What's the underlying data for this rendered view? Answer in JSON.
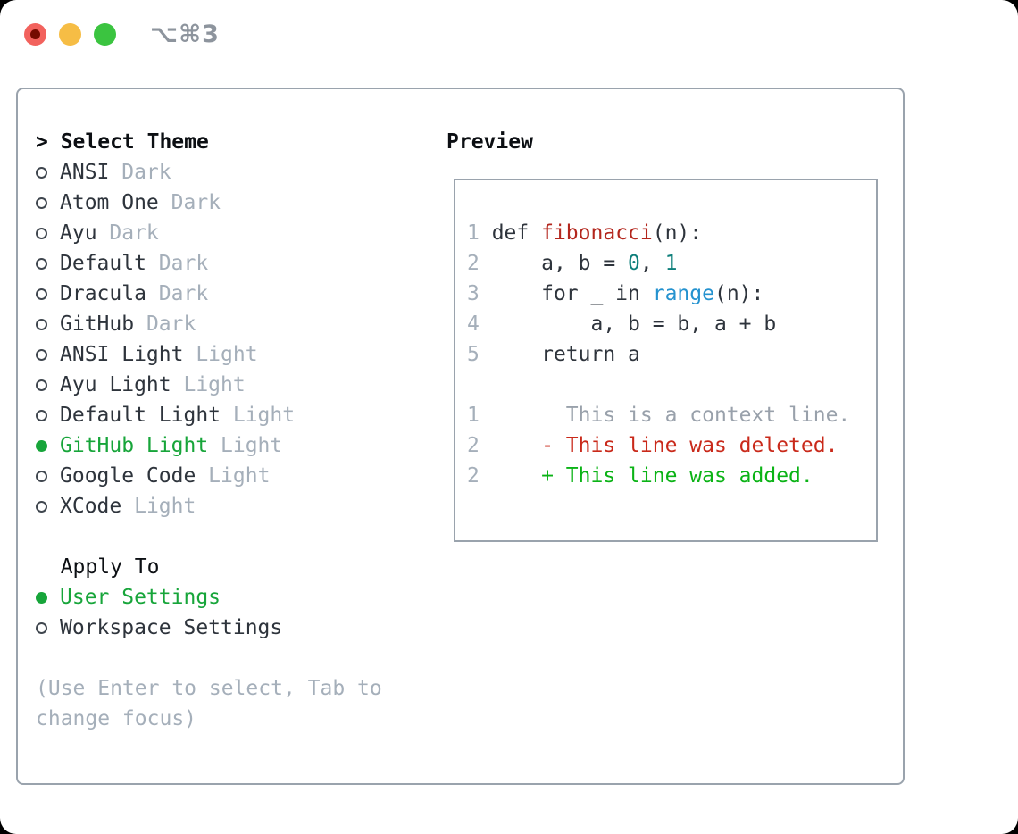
{
  "window": {
    "title": "⌥⌘3"
  },
  "traffic_lights": [
    {
      "name": "close",
      "color": "#f2625d"
    },
    {
      "name": "minimize",
      "color": "#f6bd45"
    },
    {
      "name": "zoom",
      "color": "#3bc440"
    }
  ],
  "colors": {
    "window-bg": "#ffffff",
    "border": "#9aa3ad",
    "text": "#2e343c",
    "heading": "#0c0f13",
    "muted": "#a5afba",
    "accent-green": "#17a53a",
    "diff-green": "#0bb316",
    "diff-red": "#c9291a",
    "context-gray": "#99a1ab",
    "fn-red": "#b3261d",
    "num-teal": "#0e7f7b",
    "builtin-blue": "#2492cf",
    "linenum": "#a5afba",
    "title-gray": "#8d949d",
    "close-dot": "#750b00"
  },
  "theme_panel": {
    "header_prefix": ">",
    "header": "Select Theme",
    "items": [
      {
        "name": "ANSI",
        "variant": "Dark",
        "selected": false
      },
      {
        "name": "Atom One",
        "variant": "Dark",
        "selected": false
      },
      {
        "name": "Ayu",
        "variant": "Dark",
        "selected": false
      },
      {
        "name": "Default",
        "variant": "Dark",
        "selected": false
      },
      {
        "name": "Dracula",
        "variant": "Dark",
        "selected": false
      },
      {
        "name": "GitHub",
        "variant": "Dark",
        "selected": false
      },
      {
        "name": "ANSI Light",
        "variant": "Light",
        "selected": false
      },
      {
        "name": "Ayu Light",
        "variant": "Light",
        "selected": false
      },
      {
        "name": "Default Light",
        "variant": "Light",
        "selected": false
      },
      {
        "name": "GitHub Light",
        "variant": "Light",
        "selected": true
      },
      {
        "name": "Google Code",
        "variant": "Light",
        "selected": false
      },
      {
        "name": "XCode",
        "variant": "Light",
        "selected": false
      }
    ]
  },
  "apply_panel": {
    "header": "Apply To",
    "options": [
      {
        "label": "User Settings",
        "selected": true
      },
      {
        "label": "Workspace Settings",
        "selected": false
      }
    ]
  },
  "hint": "(Use Enter to select, Tab to change focus)",
  "preview": {
    "header": "Preview",
    "code_lines": [
      {
        "num": "1",
        "tokens": [
          {
            "text": " def ",
            "style": "code"
          },
          {
            "text": "fibonacci",
            "style": "function"
          },
          {
            "text": "(n):",
            "style": "code"
          }
        ]
      },
      {
        "num": "2",
        "tokens": [
          {
            "text": "     a, b = ",
            "style": "code"
          },
          {
            "text": "0",
            "style": "number"
          },
          {
            "text": ", ",
            "style": "code"
          },
          {
            "text": "1",
            "style": "number"
          }
        ]
      },
      {
        "num": "3",
        "tokens": [
          {
            "text": "     for _ in ",
            "style": "code"
          },
          {
            "text": "range",
            "style": "builtin"
          },
          {
            "text": "(n):",
            "style": "code"
          }
        ]
      },
      {
        "num": "4",
        "tokens": [
          {
            "text": "         a, b = b, a + b",
            "style": "code"
          }
        ]
      },
      {
        "num": "5",
        "tokens": [
          {
            "text": "     return a",
            "style": "code"
          }
        ]
      }
    ],
    "diff_lines": [
      {
        "num": "1",
        "tokens": [
          {
            "text": "       This is a context line.",
            "style": "context"
          }
        ]
      },
      {
        "num": "2",
        "tokens": [
          {
            "text": "     - This line was deleted.",
            "style": "deleted"
          }
        ]
      },
      {
        "num": "2",
        "tokens": [
          {
            "text": "     + This line was added.",
            "style": "added"
          }
        ]
      }
    ]
  }
}
